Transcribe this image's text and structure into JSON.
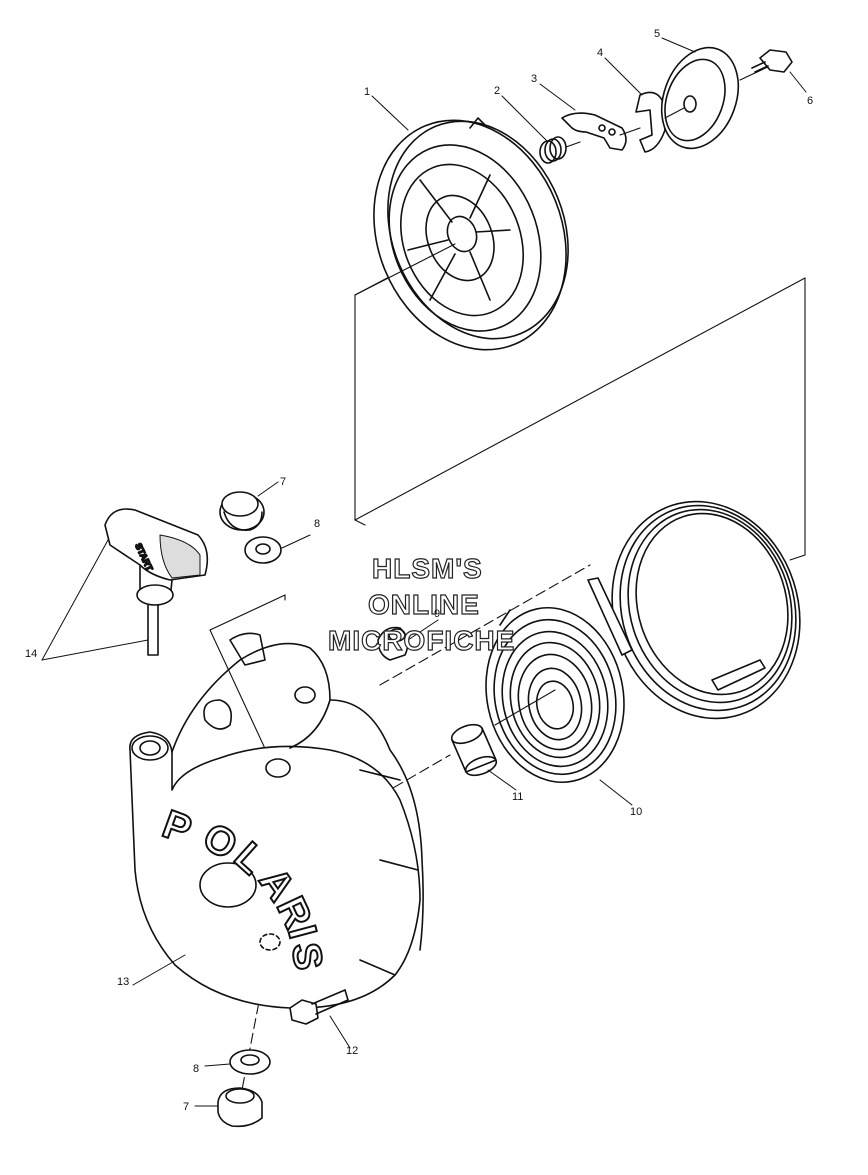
{
  "watermark": {
    "line1": "HLSM'S",
    "line2": "ONLINE",
    "line3": "MICROFICHE"
  },
  "housing_logo": [
    "P",
    "O",
    "L",
    "A",
    "R",
    "I",
    "S"
  ],
  "handle_grip_text": "START",
  "callouts": {
    "c1": "1",
    "c2": "2",
    "c3": "3",
    "c4": "4",
    "c5": "5",
    "c6": "6",
    "c7a": "7",
    "c8a": "8",
    "c9": "9",
    "c10": "10",
    "c11": "11",
    "c12": "12",
    "c13": "13",
    "c14": "14",
    "c8b": "8",
    "c7b": "7"
  }
}
